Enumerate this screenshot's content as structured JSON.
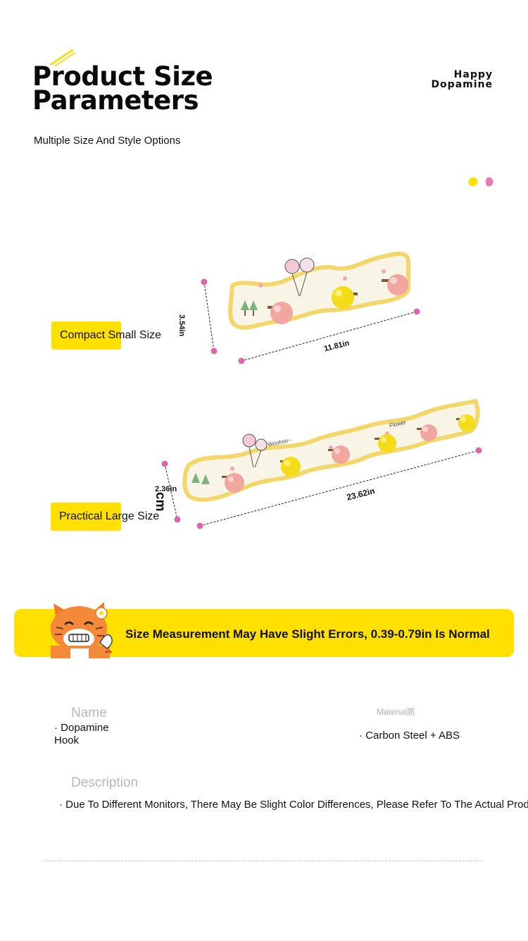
{
  "header": {
    "title_line1": "Product Size",
    "title_line2": "Parameters",
    "subtitle": "Multiple Size And Style Options",
    "brand_line1": "Happy",
    "brand_line2": "Dopamine"
  },
  "products": [
    {
      "label": "Compact Small Size",
      "height": "3.54in",
      "length": "11.81in",
      "hooks": 3
    },
    {
      "label": "Practical Large Size",
      "height": "2.36in",
      "height_unit_extra": "cm",
      "length": "23.62in",
      "hooks": 6
    }
  ],
  "illustration_text": {
    "woohoo": "Woohoo~",
    "flower": "Flower"
  },
  "notice": {
    "text": "Size Measurement May Have Slight Errors, 0.39-0.79in Is Normal"
  },
  "specs": {
    "name_label": "Name",
    "name_value_line1": "· Dopamine",
    "name_value_line2": "Hook",
    "material_label": "Material质",
    "material_value": "· Carbon Steel + ABS",
    "description_label": "Description",
    "description_value": "· Due To Different Monitors, There May Be Slight Color Differences, Please Refer To The Actual Product"
  },
  "colors": {
    "accent_yellow": "#ffe000",
    "dot_pink": "#e678b4",
    "knob_pink": "#f2a6a0",
    "knob_yellow": "#f5dc1a",
    "board_cream": "#f8f5e6"
  }
}
